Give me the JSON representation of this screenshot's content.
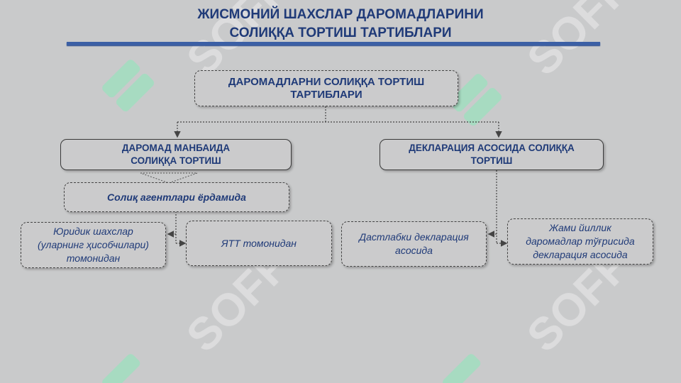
{
  "title": {
    "line1": "ЖИСМОНИЙ ШАХСЛАР ДАРОМАДЛАРИНИ",
    "line2": "СОЛИҚҚА ТОРТИШ ТАРТИБЛАРИ"
  },
  "diagram": {
    "root": {
      "line1": "ДАРОМАДЛАРНИ СОЛИҚҚА ТОРТИШ",
      "line2": "ТАРТИБЛАРИ"
    },
    "left_branch": {
      "line1": "ДАРОМАД МАНБАИДА",
      "line2": "СОЛИҚҚА ТОРТИШ"
    },
    "right_branch": {
      "line1": "ДЕКЛАРАЦИЯ АСОСИДА СОЛИҚҚА",
      "line2": "ТОРТИШ"
    },
    "agents": "Солиқ агентлари ёрдамида",
    "legal_entities": {
      "line1": "Юридик шахслар",
      "line2": "(уларнинг ҳисобчилари)",
      "line3": "томонидан"
    },
    "ytt": "ЯТТ томонидан",
    "initial_declaration": {
      "line1": "Дастлабки декларация",
      "line2": "асосида"
    },
    "annual_declaration": {
      "line1": "Жами йиллик",
      "line2": "даромадлар тўғрисида",
      "line3": "декларация асосида"
    }
  },
  "colors": {
    "text_blue": "#1f3a78",
    "rule_blue": "#3b5fa5",
    "background": "#c9cacb",
    "watermark_green": "#7fe8b6"
  }
}
